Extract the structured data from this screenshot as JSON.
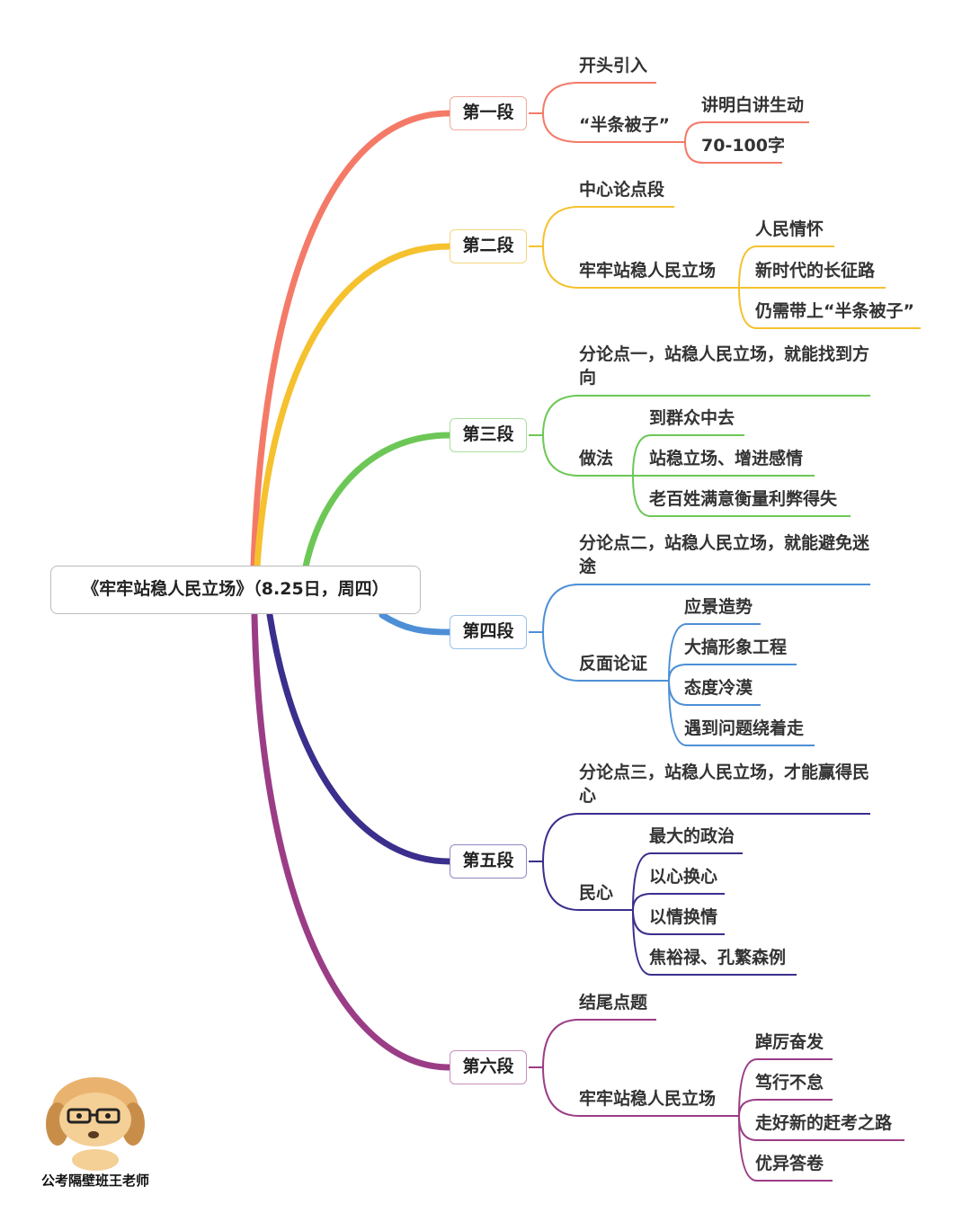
{
  "root": {
    "title": "《牢牢站稳人民立场》（8.25日，周四）"
  },
  "colors": {
    "s1": "#f47a68",
    "s2": "#f5c12e",
    "s3": "#6dc757",
    "s4": "#4d8fd6",
    "s5": "#3a2f8c",
    "s6": "#9b3d86"
  },
  "sections": [
    {
      "label": "第一段",
      "items": [
        "开头引入",
        "“半条被子”",
        "讲明白讲生动",
        "70-100字"
      ]
    },
    {
      "label": "第二段",
      "items": [
        "中心论点段",
        "牢牢站稳人民立场",
        "人民情怀",
        "新时代的长征路",
        "仍需带上“半条被子”"
      ]
    },
    {
      "label": "第三段",
      "items": [
        "分论点一，站稳人民立场，就能找到方向",
        "做法",
        "到群众中去",
        "站稳立场、增进感情",
        "老百姓满意衡量利弊得失"
      ]
    },
    {
      "label": "第四段",
      "items": [
        "分论点二，站稳人民立场，就能避免迷途",
        "反面论证",
        "应景造势",
        "大搞形象工程",
        "态度冷漠",
        "遇到问题绕着走"
      ]
    },
    {
      "label": "第五段",
      "items": [
        "分论点三，站稳人民立场，才能赢得民心",
        "民心",
        "最大的政治",
        "以心换心",
        "以情换情",
        "焦裕禄、孔繁森例"
      ]
    },
    {
      "label": "第六段",
      "items": [
        "结尾点题",
        "牢牢站稳人民立场",
        "踔厉奋发",
        "笃行不怠",
        "走好新的赶考之路",
        "优异答卷"
      ]
    }
  ],
  "author": {
    "name": "公考隔壁班王老师",
    "avatar_icon": "cartoon-dog-with-glasses-icon"
  }
}
